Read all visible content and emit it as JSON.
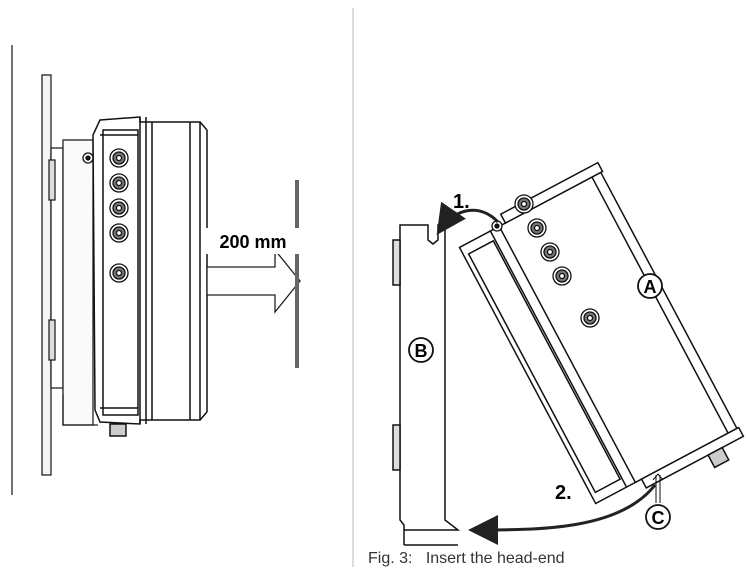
{
  "left_panel": {
    "distance_label": "200 mm"
  },
  "right_panel": {
    "step1_label": "1.",
    "step2_label": "2.",
    "marker_a": "A",
    "marker_b": "B",
    "marker_c": "C"
  },
  "caption": {
    "fig_label": "Fig. 3:",
    "text": "Insert the head-end"
  }
}
